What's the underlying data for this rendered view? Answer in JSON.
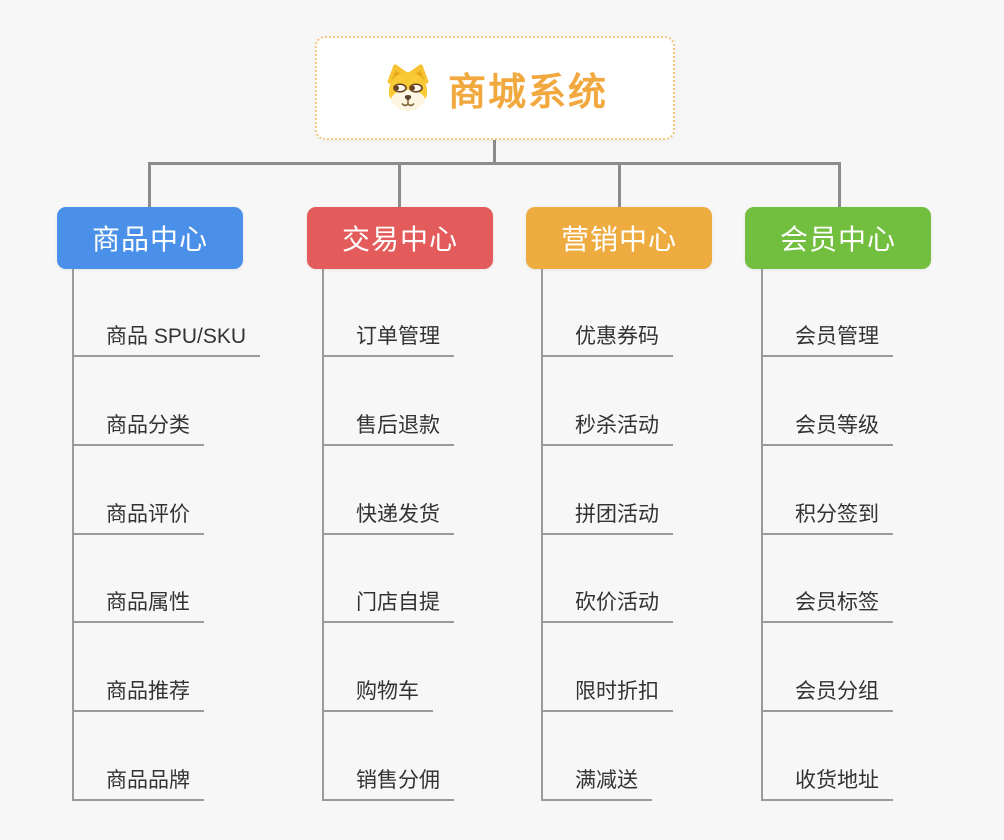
{
  "root": {
    "title": "商城系统",
    "icon": "shiba-dog-icon",
    "title_color": "#f1a83e",
    "border_color": "#f2c67c"
  },
  "branches": [
    {
      "label": "商品中心",
      "color": "#4a90e8",
      "children": [
        "商品 SPU/SKU",
        "商品分类",
        "商品评价",
        "商品属性",
        "商品推荐",
        "商品品牌"
      ]
    },
    {
      "label": "交易中心",
      "color": "#e45b5b",
      "children": [
        "订单管理",
        "售后退款",
        "快递发货",
        "门店自提",
        "购物车",
        "销售分佣"
      ]
    },
    {
      "label": "营销中心",
      "color": "#eeac40",
      "children": [
        "优惠券码",
        "秒杀活动",
        "拼团活动",
        "砍价活动",
        "限时折扣",
        "满减送"
      ]
    },
    {
      "label": "会员中心",
      "color": "#72be3e",
      "children": [
        "会员管理",
        "会员等级",
        "积分签到",
        "会员标签",
        "会员分组",
        "收货地址"
      ]
    }
  ],
  "colors": {
    "background": "#f7f7f7",
    "connector": "#8c8c8c",
    "leaf_line": "#9a9a9a",
    "leaf_text": "#333333"
  }
}
